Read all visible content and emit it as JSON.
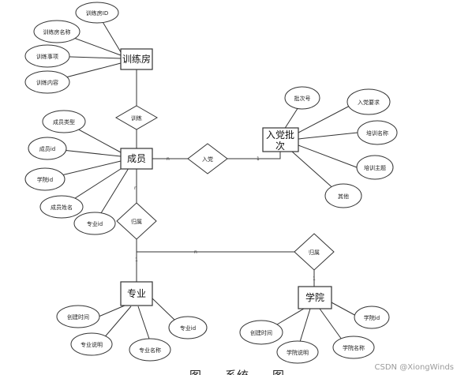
{
  "entities": {
    "training_room": "训练房",
    "member": "成员",
    "party_batch": "入党批次",
    "major": "专业",
    "college": "学院"
  },
  "relationships": {
    "train": "训练",
    "join_party": "入党",
    "belongs_member": "归属",
    "belongs_major": "归属"
  },
  "attributes": {
    "training_room": [
      "训练房ID",
      "训练房名称",
      "训练事项",
      "训练内容"
    ],
    "member": [
      "成员类型",
      "成员id",
      "学院id",
      "成员姓名",
      "专业id"
    ],
    "party_batch": [
      "批次号",
      "入党要求",
      "培训名称",
      "培训主题",
      "其他"
    ],
    "major": [
      "创建时间",
      "专业说明",
      "专业名称",
      "专业id"
    ],
    "college": [
      "创建时间",
      "学院说明",
      "学院名称",
      "学院id"
    ]
  },
  "cardinality": {
    "member_join": "n",
    "batch_join": "1",
    "member_belong": "n",
    "major_belong": "1",
    "major_to_college": "n",
    "college_belong": "1"
  },
  "caption": "图　　系统　　图",
  "watermark": "CSDN @XiongWinds"
}
